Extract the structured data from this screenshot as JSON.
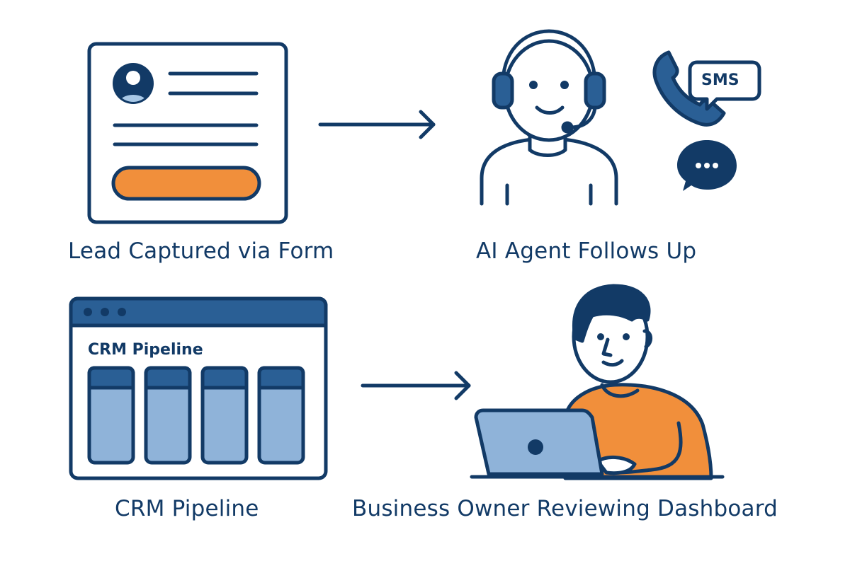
{
  "steps": [
    {
      "caption": "Lead Captured via Form"
    },
    {
      "caption": "AI Agent Follows Up"
    },
    {
      "caption": "CRM Pipeline"
    },
    {
      "caption": "Business Owner Reviewing Dashboard"
    }
  ],
  "crm_window": {
    "title": "CRM Pipeline",
    "columns": 4
  },
  "channels": {
    "sms_label": "SMS",
    "chat_icon": "chat-bubble-icon",
    "phone_icon": "phone-icon"
  },
  "colors": {
    "navy": "#123a66",
    "blue": "#2a5f95",
    "light_blue": "#8fb3d9",
    "orange": "#f18f3b",
    "form_avatar_face": "#a8c8e6"
  }
}
